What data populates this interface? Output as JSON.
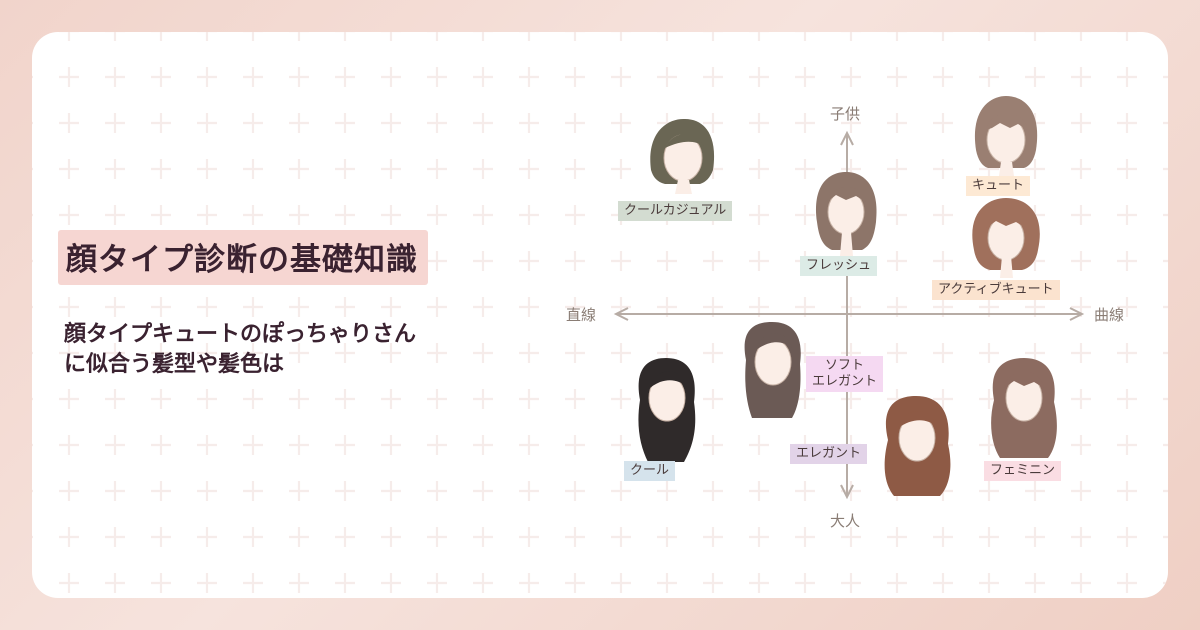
{
  "title": "顔タイプ診断の基礎知識",
  "subtitle": {
    "line1": "顔タイプキュートのぽっちゃりさん",
    "line2": "に似合う髪型や髪色は"
  },
  "axes": {
    "top": "子供",
    "bottom": "大人",
    "left": "直線",
    "right": "曲線"
  },
  "types": {
    "cool_casual": "クールカジュアル",
    "cute": "キュート",
    "fresh": "フレッシュ",
    "active_cute": "アクティブキュート",
    "soft_elegant_line1": "ソフト",
    "soft_elegant_line2": "エレガント",
    "elegant": "エレガント",
    "cool": "クール",
    "feminine": "フェミニン"
  },
  "colors": {
    "card_background": "#ffffff",
    "title_highlight": "#f6d6d2",
    "title_text": "#3a2230",
    "axis": "#b7aca5"
  }
}
